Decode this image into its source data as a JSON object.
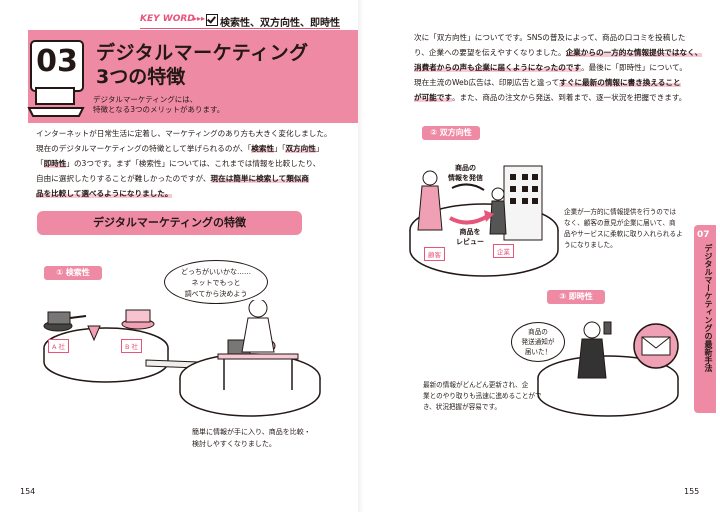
{
  "keyword": {
    "label": "KEY WORD",
    "arrows": "▸▸▸",
    "terms": "検索性、双方向性、即時性"
  },
  "chapter": {
    "number": "03",
    "title_line1": "デジタルマーケティング",
    "title_line2": "3つの特徴",
    "subtitle_line1": "デジタルマーケティングには、",
    "subtitle_line2": "特徴となる3つのメリットがあります。"
  },
  "left_body": {
    "l1": "インターネットが日常生活に定着し、マーケティングのあり方も大きく変化しました。",
    "l2a": "現在のデジタルマーケティングの特徴として挙げられるのが、「",
    "l2b": "検索性",
    "l2c": "」「",
    "l2d": "双方向性",
    "l2e": "」",
    "l3a": "「",
    "l3b": "即時性",
    "l3c": "」の3つです。まず「検索性」については、これまでは情報を比較したり、",
    "l4a": "自由に選択したりすることが難しかったのですが、",
    "l4b": "現在は簡単に検索して類似商",
    "l5": "品を比較して選べるようになりました。"
  },
  "section_banner": "デジタルマーケティングの特徴",
  "search_section": {
    "pill": "① 検索性",
    "bubble_l1": "どっちがいいかな……",
    "bubble_l2": "ネットでもっと",
    "bubble_l3": "調べてから決めよう",
    "tag_a": "A 社",
    "tag_b": "B 社",
    "caption_l1": "簡単に情報が手に入り、商品を比較・",
    "caption_l2": "検討しやすくなりました。"
  },
  "right_body": {
    "l1": "次に「双方向性」についてです。SNSの普及によって、商品の口コミを投稿した",
    "l2a": "り、企業への要望を伝えやすくなりました。",
    "l2b": "企業からの一方的な情報提供ではなく、",
    "l3": "消費者からの声も企業に届くようになったのです",
    "l3b": "。最後に「即時性」について。",
    "l4a": "現在主流のWeb広告は、印刷広告と違って",
    "l4b": "すぐに最新の情報に書き換えること",
    "l5a": "が可能です",
    "l5b": "。また、商品の注文から発送、到着まで、逐一状況を把握できます。"
  },
  "two_way_section": {
    "pill": "② 双方向性",
    "label_top_l1": "商品の",
    "label_top_l2": "情報を発信",
    "label_bottom_l1": "商品を",
    "label_bottom_l2": "レビュー",
    "tag_customer": "顧客",
    "tag_company": "企業",
    "caption_l1": "企業が一方的に情報提供を行うのでは",
    "caption_l2": "なく、顧客の意見が企業に届いて、商",
    "caption_l3": "品やサービスに柔軟に取り入れられるよ",
    "caption_l4": "うになりました。"
  },
  "instant_section": {
    "pill": "③ 即時性",
    "bubble_l1": "商品の",
    "bubble_l2": "発送通知が",
    "bubble_l3": "届いた！",
    "caption_l1": "最新の情報がどんどん更新され、企",
    "caption_l2": "業とのやり取りも迅速に進めることがで",
    "caption_l3": "き、状況把握が容易です。"
  },
  "side_tab": {
    "number": "07",
    "text": "デジタルマーケティングの最新手法"
  },
  "pages": {
    "left": "154",
    "right": "155"
  },
  "colors": {
    "accent": "#ef8aa5",
    "accent_text": "#e8557a",
    "ink": "#231815"
  }
}
